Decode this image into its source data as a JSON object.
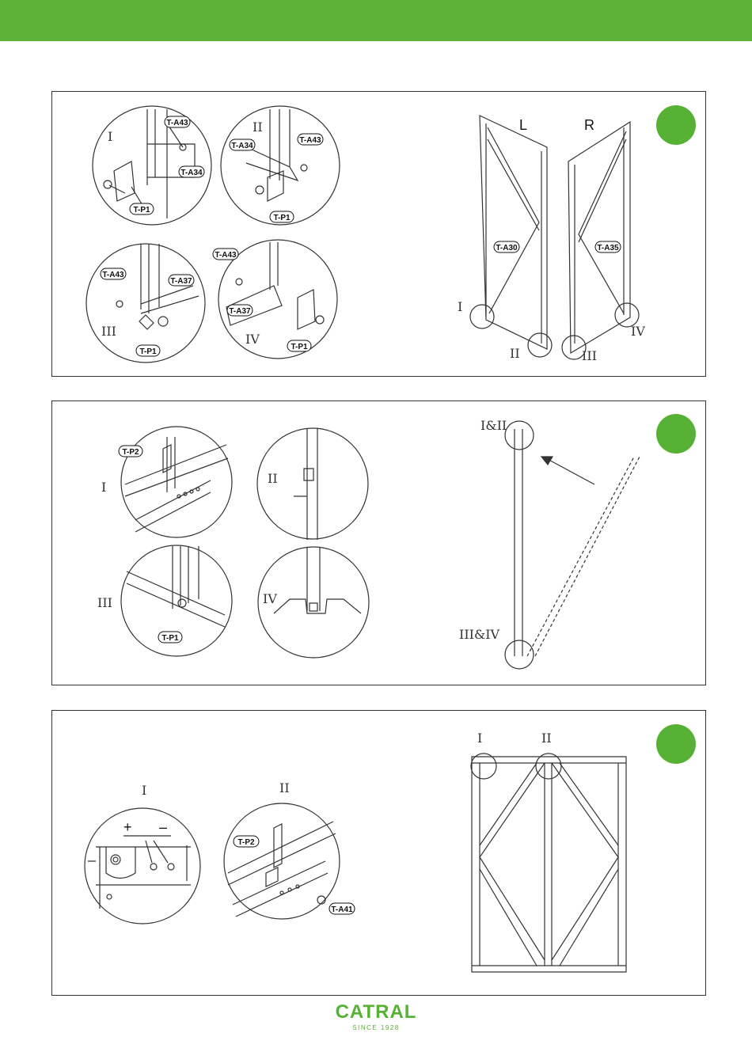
{
  "colors": {
    "brand_green": "#56b134",
    "topbar": "#5cb338",
    "line": "#333333"
  },
  "panel1": {
    "detail_I": {
      "roman": "I",
      "tags": [
        "T-A43",
        "T-A34",
        "T-P1"
      ]
    },
    "detail_II": {
      "roman": "II",
      "tags": [
        "T-A34",
        "T-A43",
        "T-P1"
      ]
    },
    "detail_III": {
      "roman": "III",
      "tags": [
        "T-A43",
        "T-A37",
        "T-P1"
      ]
    },
    "detail_IV": {
      "roman": "IV",
      "tags": [
        "T-A43",
        "T-A37",
        "T-P1"
      ]
    },
    "overview": {
      "left_label": "L",
      "right_label": "R",
      "left_tag": "T-A30",
      "right_tag": "T-A35",
      "callouts": [
        "I",
        "II",
        "III",
        "IV"
      ]
    }
  },
  "panel2": {
    "detail_I": {
      "roman": "I",
      "tag": "T-P2"
    },
    "detail_II": {
      "roman": "II"
    },
    "detail_III": {
      "roman": "III",
      "tag": "T-P1"
    },
    "detail_IV": {
      "roman": "IV"
    },
    "overview": {
      "top_callout": "I&II",
      "bottom_callout": "III&IV"
    }
  },
  "panel3": {
    "detail_I": {
      "roman": "I",
      "plus": "+",
      "minus": "–"
    },
    "detail_II": {
      "roman": "II",
      "tags": [
        "T-P2",
        "T-A41"
      ]
    },
    "overview": {
      "callouts": [
        "I",
        "II"
      ]
    }
  },
  "brand": {
    "name": "CATRAL",
    "tagline": "SINCE 1928"
  }
}
